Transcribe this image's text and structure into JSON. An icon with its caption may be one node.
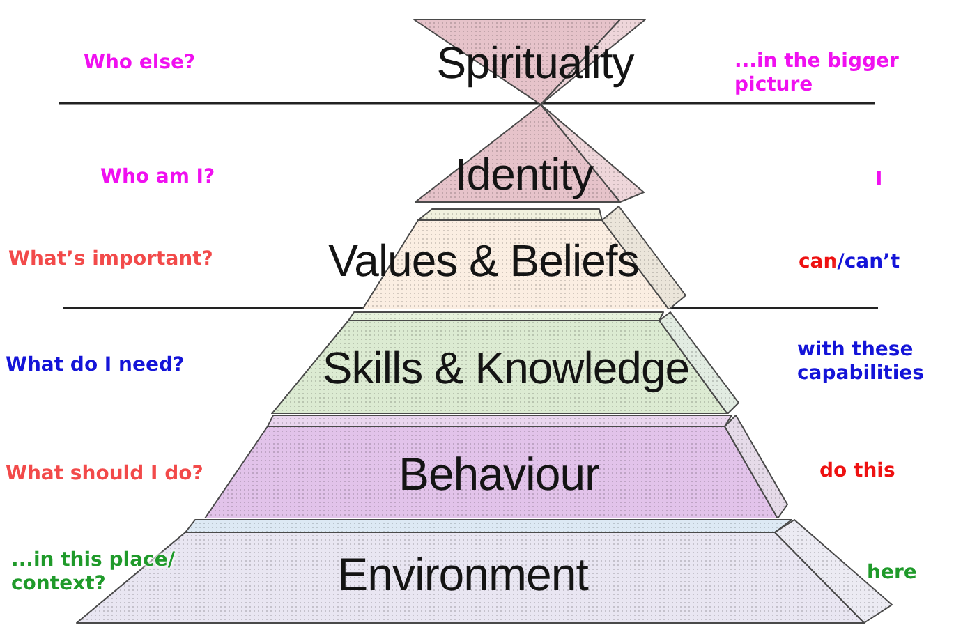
{
  "diagram": {
    "nodes": [
      {
        "text": [
          "Spirituality"
        ]
      },
      {
        "text": [
          "Identity"
        ]
      },
      {
        "text": [
          "Values & Beliefs"
        ]
      },
      {
        "text": [
          "Skills & Knowledge"
        ]
      },
      {
        "text": [
          "Behaviour"
        ]
      },
      {
        "text": [
          "Environment"
        ]
      }
    ],
    "labels": [
      "Who else?",
      "...in the bigger picture",
      "Who am I?",
      "I",
      "What’s important?",
      "can",
      "/can’t",
      "What do I need?",
      "with these capabilities",
      "What should I do?",
      "do this",
      "...in this place/ context?",
      "here"
    ]
  }
}
